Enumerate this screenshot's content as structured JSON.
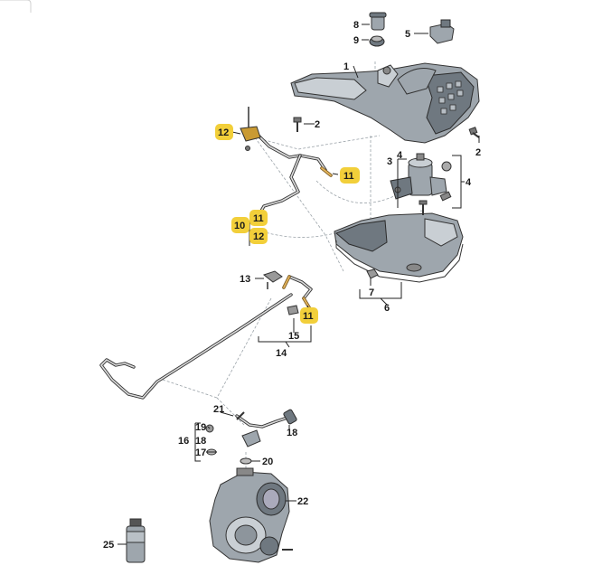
{
  "diagram": {
    "callouts": [
      {
        "id": "c1",
        "label": "1"
      },
      {
        "id": "c2a",
        "label": "2"
      },
      {
        "id": "c2b",
        "label": "2"
      },
      {
        "id": "c3",
        "label": "3"
      },
      {
        "id": "c4a",
        "label": "4"
      },
      {
        "id": "c4b",
        "label": "4"
      },
      {
        "id": "c5",
        "label": "5"
      },
      {
        "id": "c6",
        "label": "6"
      },
      {
        "id": "c7",
        "label": "7"
      },
      {
        "id": "c8",
        "label": "8"
      },
      {
        "id": "c9",
        "label": "9"
      },
      {
        "id": "c10",
        "label": "10"
      },
      {
        "id": "c11a",
        "label": "11"
      },
      {
        "id": "c11b",
        "label": "11"
      },
      {
        "id": "c11c",
        "label": "11"
      },
      {
        "id": "c12a",
        "label": "12"
      },
      {
        "id": "c12b",
        "label": "12"
      },
      {
        "id": "c13",
        "label": "13"
      },
      {
        "id": "c14",
        "label": "14"
      },
      {
        "id": "c15",
        "label": "15"
      },
      {
        "id": "c16",
        "label": "16"
      },
      {
        "id": "c17",
        "label": "17"
      },
      {
        "id": "c18a",
        "label": "18"
      },
      {
        "id": "c18b",
        "label": "18"
      },
      {
        "id": "c19",
        "label": "19"
      },
      {
        "id": "c20",
        "label": "20"
      },
      {
        "id": "c21",
        "label": "21"
      },
      {
        "id": "c22",
        "label": "22"
      },
      {
        "id": "c25",
        "label": "25"
      }
    ],
    "highlight_color": "#f2cf3a",
    "label_color": "#1a1a1a"
  }
}
